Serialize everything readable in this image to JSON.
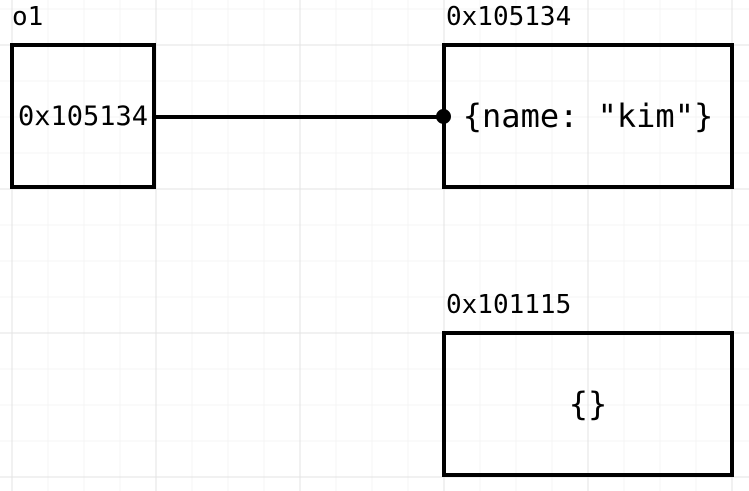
{
  "diagram": {
    "variable": {
      "label": "o1",
      "value": "0x105134"
    },
    "object1": {
      "label": "0x105134",
      "value": "{name: \"kim\"}"
    },
    "object2": {
      "label": "0x101115",
      "value": "{}"
    },
    "connector": {
      "from": "o1",
      "to": "0x105134",
      "endpoint_style": "filled-dot"
    }
  },
  "colors": {
    "stroke": "#000000",
    "text": "#000000",
    "background": "#ffffff",
    "grid_major": "#e3e3e3",
    "grid_minor": "#f4f4f4"
  }
}
